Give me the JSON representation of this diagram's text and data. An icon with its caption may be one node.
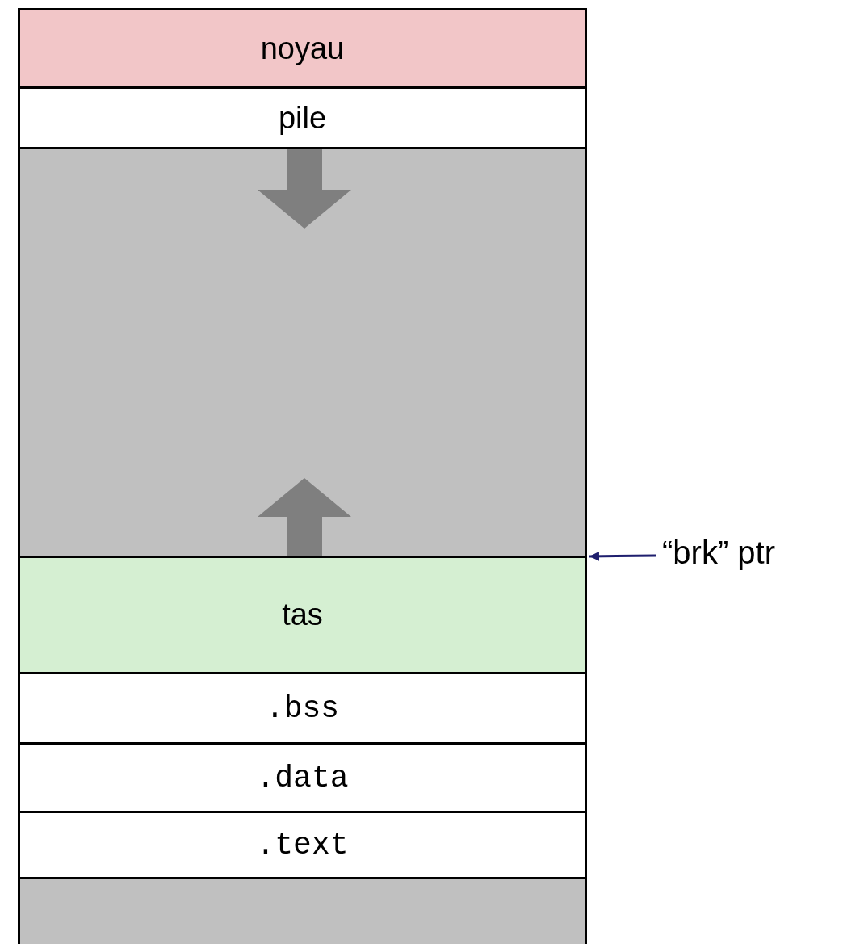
{
  "diagram": {
    "nodes": [
      {
        "text": [
          "noyau"
        ]
      },
      {
        "text": [
          "pile"
        ]
      },
      {
        "text": [],
        "shape": "box"
      },
      {
        "text": [
          "tas"
        ]
      },
      {
        "text": [
          ".bss"
        ]
      },
      {
        "text": [
          ".data"
        ]
      },
      {
        "text": [
          ".text"
        ]
      },
      {
        "text": [],
        "shape": "box"
      },
      {
        "text": [
          "“brk” ptr"
        ]
      }
    ],
    "edges": [
      {
        "from": 8,
        "to": 3,
        "arrow": "to",
        "color": "#1f1f6e"
      }
    ]
  }
}
